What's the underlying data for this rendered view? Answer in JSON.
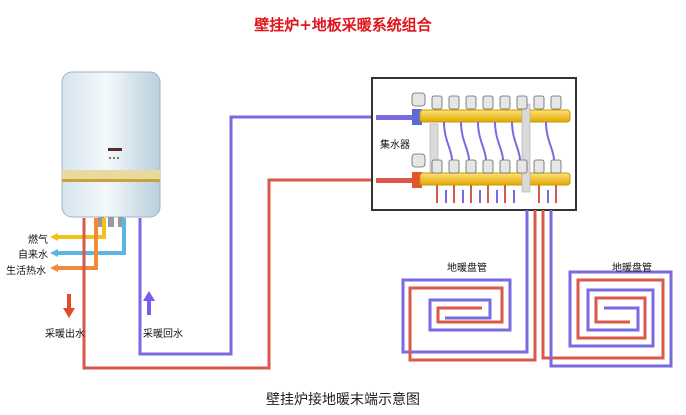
{
  "title": "壁挂炉+地板采暖系统组合",
  "caption": "壁挂炉接地暖末端示意图",
  "labels": {
    "gas": "燃气",
    "tap_water": "自来水",
    "hot_water": "生活热水",
    "supply_out": "采暖出水",
    "return_in": "采暖回水",
    "manifold": "集水器",
    "floor_pipe_left": "地暖盘管",
    "floor_pipe_right": "地暖盘管"
  },
  "colors": {
    "title": "#e0141c",
    "supply_pipe": "#d95a4a",
    "return_pipe": "#7a6ae0",
    "manifold_bar": "#f2c21a",
    "gas_pipe": "#f2c21a",
    "tap_pipe": "#5ab4e6",
    "hot_pipe": "#f08a3a",
    "arrow_down": "#e24a2a",
    "arrow_up": "#7a5ae6"
  }
}
